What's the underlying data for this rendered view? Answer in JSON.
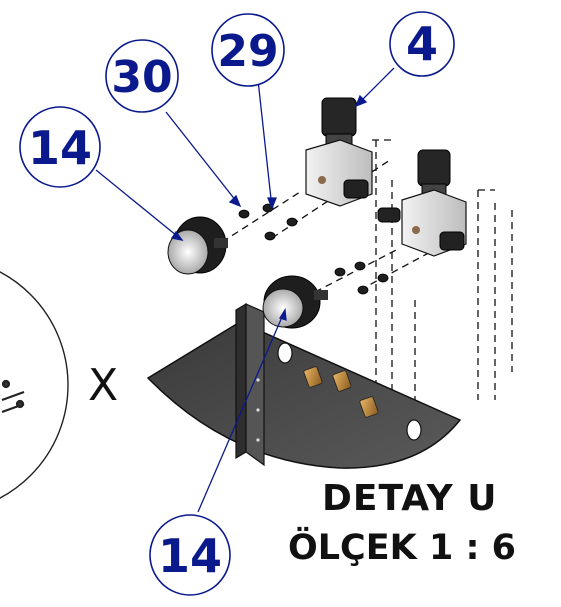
{
  "balloons": [
    {
      "id": "b4",
      "label": "4"
    },
    {
      "id": "b29",
      "label": "29"
    },
    {
      "id": "b30",
      "label": "30"
    },
    {
      "id": "b14a",
      "label": "14"
    },
    {
      "id": "b14b",
      "label": "14"
    }
  ],
  "side_mark": "X",
  "detail": {
    "title": "DETAY U",
    "scale": "ÖLÇEK 1 : 6"
  },
  "colors": {
    "balloon": "#0a1a8c",
    "part_dark": "#222222",
    "plate": "#4a4a4a",
    "fitting": "#c08a3a"
  }
}
